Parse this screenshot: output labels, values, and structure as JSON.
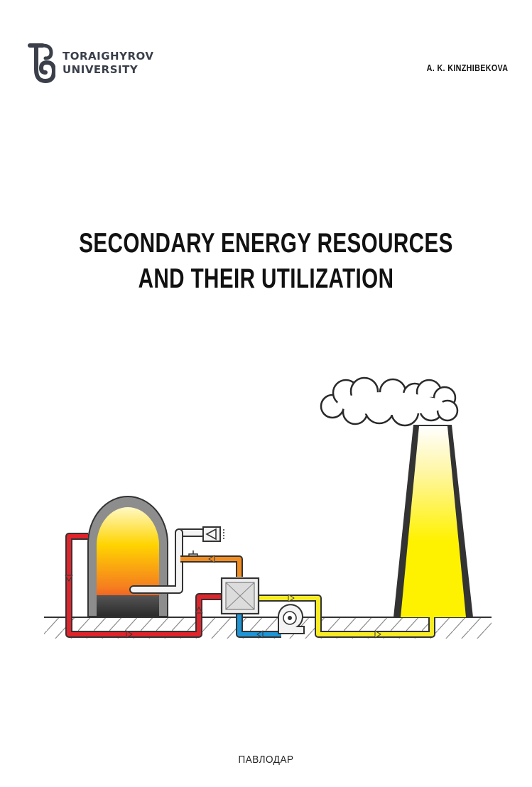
{
  "publisher": {
    "line1": "TORAIGHYROV",
    "line2": "UNIVERSITY",
    "icon": "university-logo-icon"
  },
  "author": "A. K. KINZHIBEKOVA",
  "title": {
    "line1": "SECONDARY ENERGY RESOURCES",
    "line2": "AND THEIR UTILIZATION"
  },
  "city": "ПАВЛОДАР",
  "illustration": {
    "icon": "heat-recovery-system-illustration",
    "colors": {
      "hot_pipe": "#e0242b",
      "warm_pipe": "#f28c1e",
      "cool_pipe": "#1f95d6",
      "exhaust_pipe": "#f7ec26",
      "chimney_glow": "#fff200",
      "outline": "#333333",
      "ground": "#d9d9d9"
    }
  }
}
